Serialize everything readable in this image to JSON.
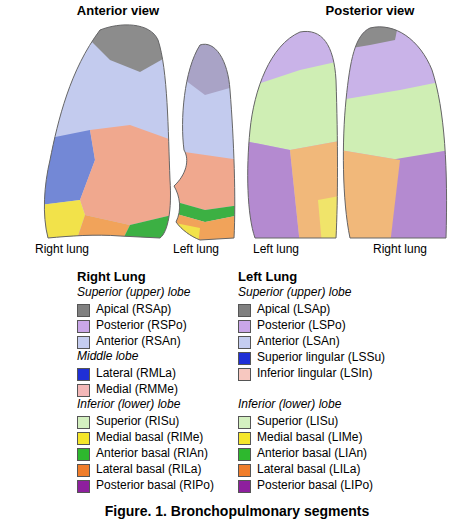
{
  "diagram": {
    "caption": "Figure. 1. Bronchopulmonary segments",
    "labels": [
      "Anterior view",
      "Posterior view",
      "Right lung",
      "Left lung",
      "Left lung",
      "Right lung",
      "Right Lung",
      "Superior (upper) lobe",
      "Middle lobe",
      "Inferior (lower) lobe",
      "Left Lung",
      "Superior (upper) lobe",
      "Inferior (lower) lobe"
    ],
    "legend": [
      {
        "text": "Apical (RSAp)",
        "color": "#808080"
      },
      {
        "text": "Posterior (RSPo)",
        "color": "#c9a6e8"
      },
      {
        "text": "Anterior (RSAn)",
        "color": "#c5cdf0"
      },
      {
        "text": "Lateral (RMLa)",
        "color": "#1f2fd6"
      },
      {
        "text": "Medial (RMMe)",
        "color": "#f4b8b8"
      },
      {
        "text": "Superior (RISu)",
        "color": "#d4f0c0"
      },
      {
        "text": "Medial basal (RIMe)",
        "color": "#f5e62a"
      },
      {
        "text": "Anterior basal (RIAn)",
        "color": "#2eb82e"
      },
      {
        "text": "Lateral basal (RILa)",
        "color": "#f07d2a"
      },
      {
        "text": "Posterior basal (RIPo)",
        "color": "#8e1f9e"
      },
      {
        "text": "Apical (LSAp)",
        "color": "#808080"
      },
      {
        "text": "Posterior (LSPo)",
        "color": "#c9a6e8"
      },
      {
        "text": "Anterior (LSAn)",
        "color": "#c5cdf0"
      },
      {
        "text": "Superior lingular (LSSu)",
        "color": "#1f2fd6"
      },
      {
        "text": "Inferior lingular (LSIn)",
        "color": "#f7c8c0"
      },
      {
        "text": "Superior (LISu)",
        "color": "#d4f0c0"
      },
      {
        "text": "Medial basal (LIMe)",
        "color": "#f5e62a"
      },
      {
        "text": "Anterior basal (LIAn)",
        "color": "#2eb82e"
      },
      {
        "text": "Lateral basal (LILa)",
        "color": "#f07d2a"
      },
      {
        "text": "Posterior basal (LIPo)",
        "color": "#8e1f9e"
      }
    ]
  }
}
